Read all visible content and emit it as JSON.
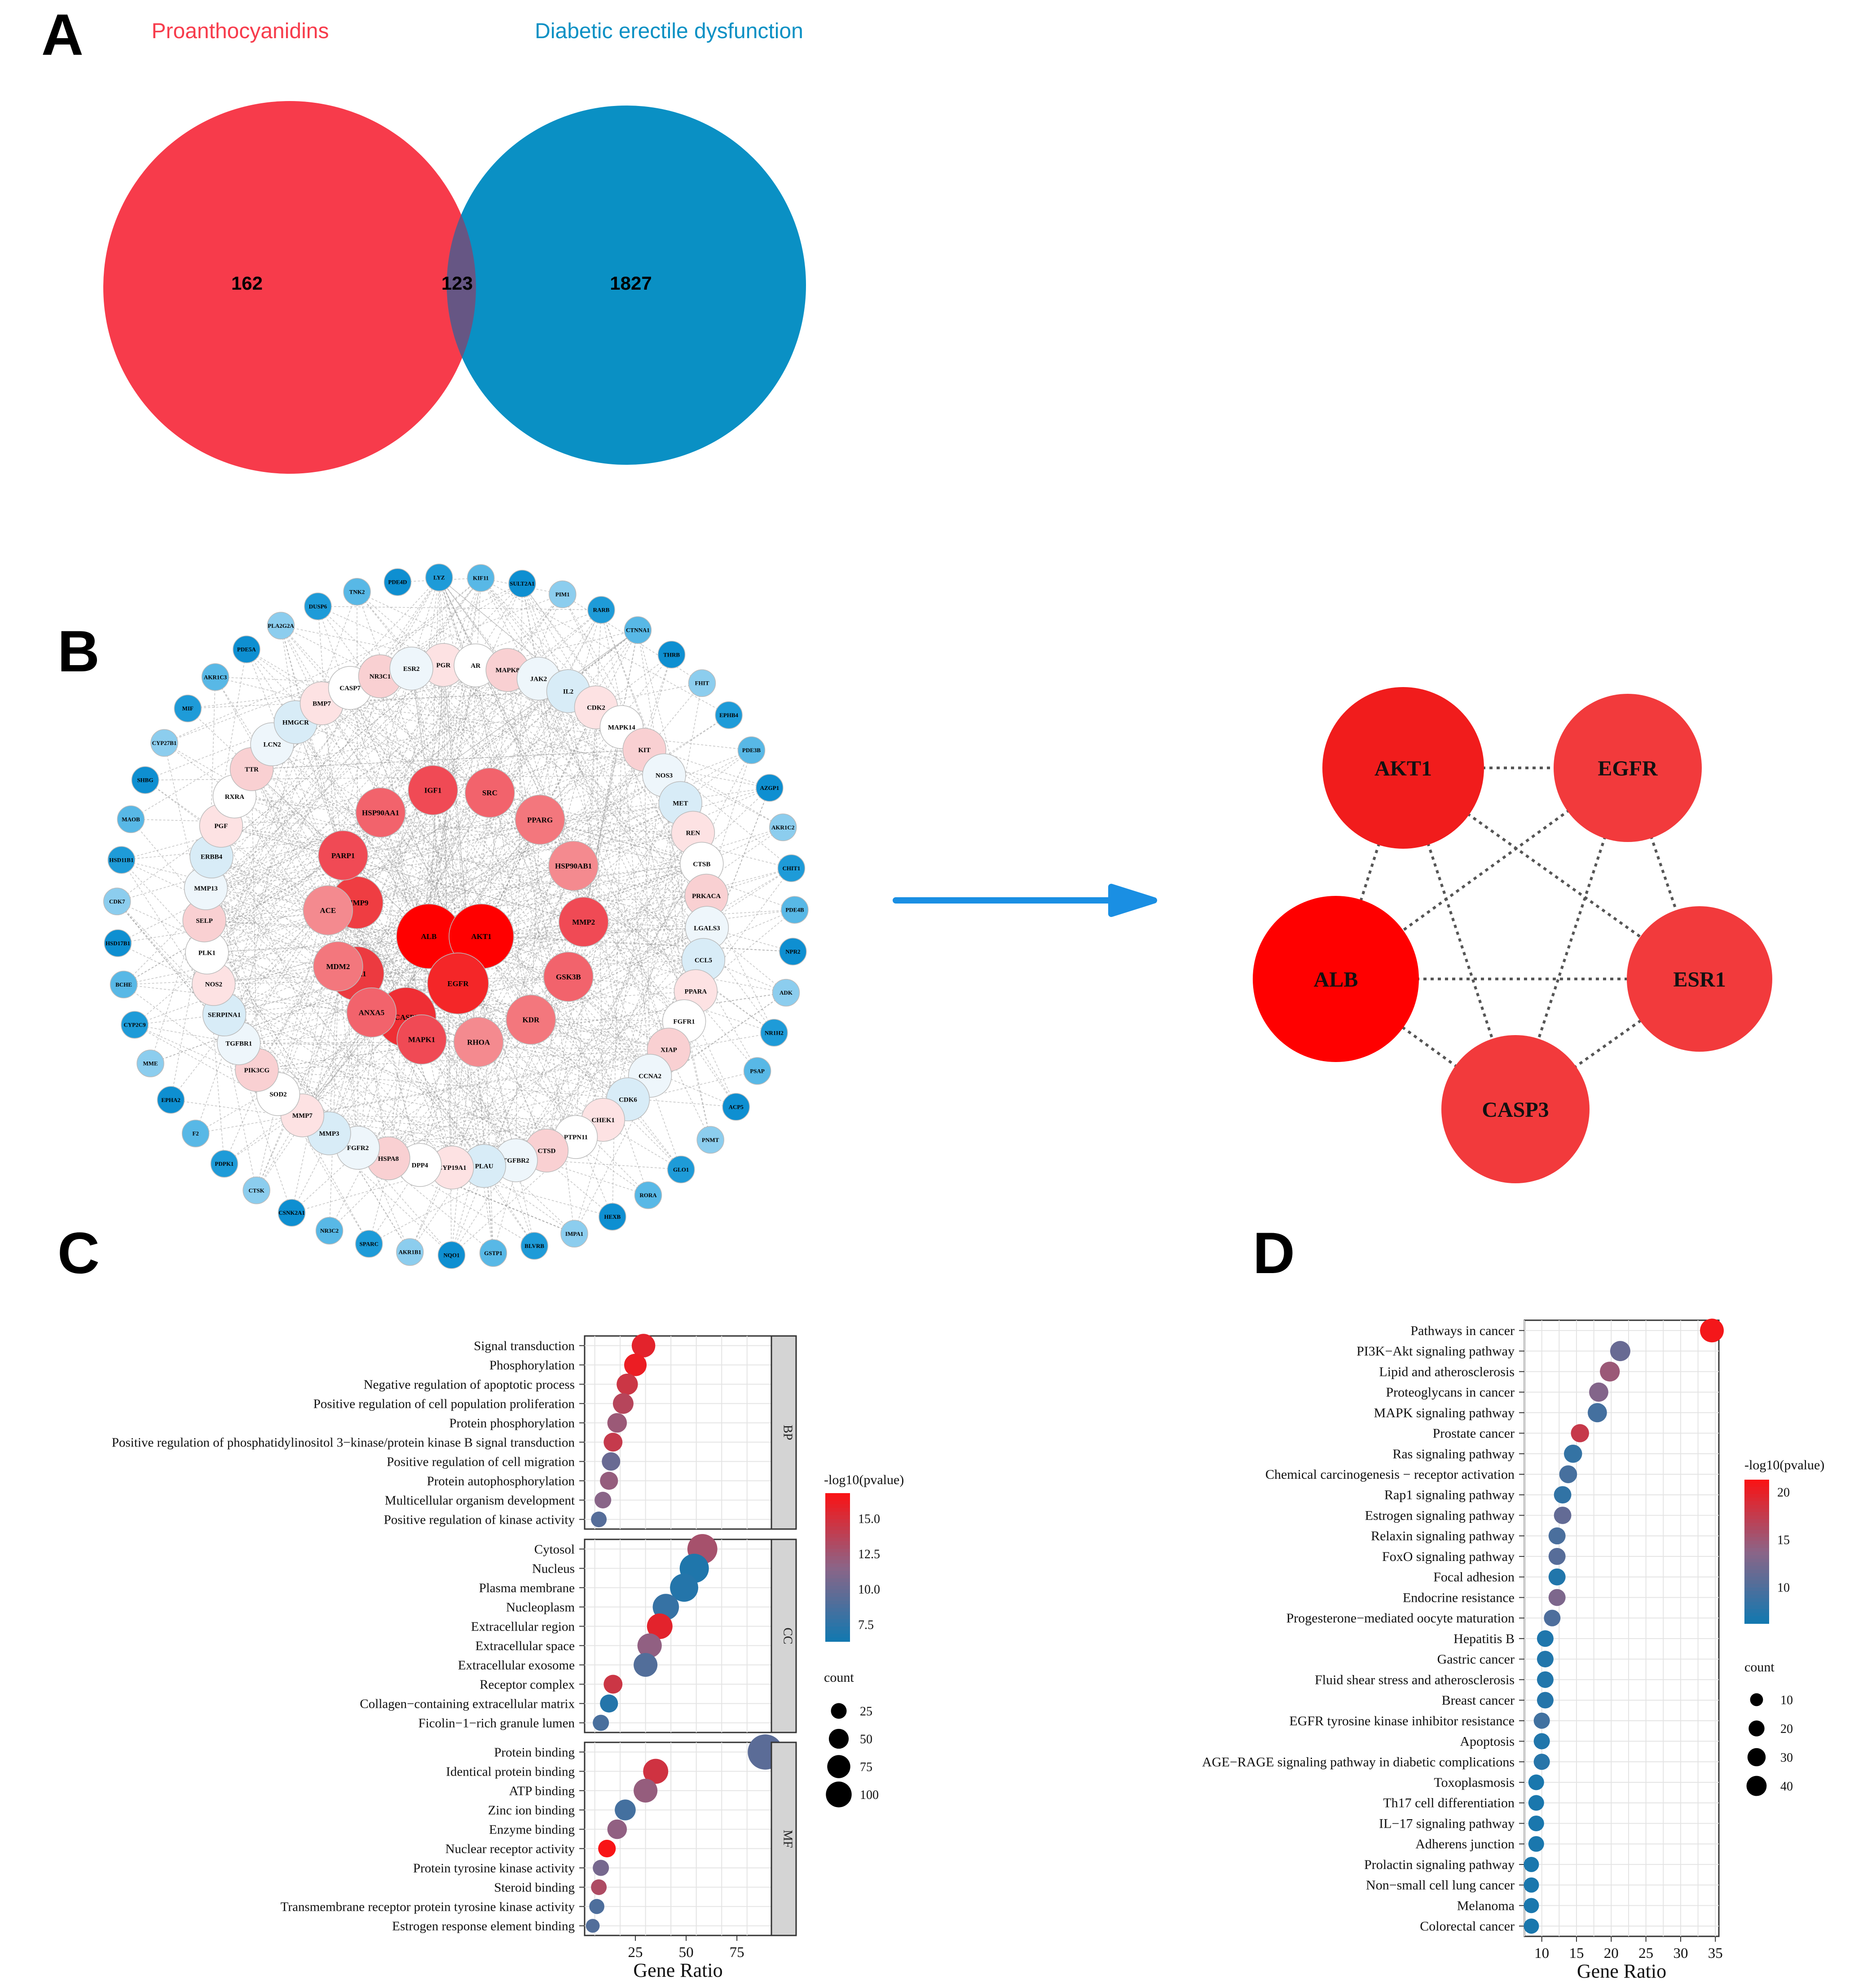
{
  "panels": {
    "a": "A",
    "b": "B",
    "c": "C",
    "d": "D"
  },
  "colors": {
    "red": "#f73b4b",
    "blue": "#0a90c4",
    "overlap": "#665684",
    "arrow": "#1a8fe3"
  },
  "venn": {
    "left_label": "Proanthocyanidins",
    "right_label": "Diabetic erectile dysfunction",
    "left_only": "162",
    "overlap": "123",
    "right_only": "1827"
  },
  "network": {
    "hubs": [
      "AKT1",
      "EGFR",
      "ESR1",
      "CASP3",
      "ALB"
    ],
    "inner": [
      "ALB",
      "AKT1",
      "EGFR",
      "CASP3",
      "ESR1",
      "MMP9"
    ],
    "ring2": [
      "IGF1",
      "SRC",
      "PPARG",
      "HSP90AB1",
      "MMP2",
      "GSK3B",
      "KDR",
      "RHOA",
      "MAPK1",
      "ANXA5",
      "MDM2",
      "ACE",
      "PARP1",
      "HSP90AA1"
    ],
    "ring3": [
      "PGR",
      "AR",
      "MAPK8",
      "JAK2",
      "IL2",
      "CDK2",
      "MAPK14",
      "KIT",
      "NOS3",
      "MET",
      "REN",
      "CTSB",
      "PRKACA",
      "LGALS3",
      "CCL5",
      "PPARA",
      "FGFR1",
      "XIAP",
      "CCNA2",
      "CDK6",
      "CHEK1",
      "PTPN11",
      "CTSD",
      "TGFBR2",
      "PLAU",
      "CYP19A1",
      "DPP4",
      "HSPA8",
      "FGFR2",
      "MMP3",
      "MMP7",
      "SOD2",
      "PIK3CG",
      "TGFBR1",
      "SERPINA1",
      "NOS2",
      "PLK1",
      "SELP",
      "MMP13",
      "ERBB4",
      "PGF",
      "RXRA",
      "TTR",
      "LCN2",
      "HMGCR",
      "BMP7",
      "CASP7",
      "NR3C1",
      "ESR2"
    ],
    "outer": [
      "LYZ",
      "KIF11",
      "SULT2A1",
      "PIM1",
      "RARB",
      "CTNNA1",
      "THRB",
      "FHIT",
      "EPHB4",
      "PDE3B",
      "AZGP1",
      "AKR1C2",
      "CHIT1",
      "PDE4B",
      "NPR2",
      "ADK",
      "NR1H2",
      "PSAP",
      "ACP5",
      "PNMT",
      "GLO1",
      "RORA",
      "HEXB",
      "IMPA1",
      "BLVRB",
      "GSTP1",
      "NQO1",
      "AKR1B1",
      "SPARC",
      "NR3C2",
      "CSNK2A1",
      "CTSK",
      "PDPK1",
      "F2",
      "EPHA2",
      "MME",
      "CYP2C9",
      "BCHE",
      "HSD17B1",
      "CDK7",
      "HSD11B1",
      "MAOB",
      "SHBG",
      "CYP27B1",
      "MIF",
      "AKR1C3",
      "PDE5A",
      "PLA2G2A",
      "DUSP6",
      "TNK2",
      "PDE4D"
    ]
  },
  "go_chart": {
    "type": "scatter",
    "xlabel": "Gene Ratio",
    "xlim": [
      0,
      92
    ],
    "xticks": [
      25,
      50,
      75
    ],
    "colorbar_title": "-log10(pvalue)",
    "color_range": [
      6.3,
      16.8
    ],
    "colorbar_ticks": [
      "7.5",
      "10.0",
      "12.5",
      "15.0"
    ],
    "size_title": "count",
    "size_legend": [
      "25",
      "50",
      "75",
      "100"
    ],
    "facets": [
      {
        "name": "BP",
        "terms": [
          {
            "term": "Signal transduction",
            "x": 29,
            "p": 15.8,
            "count": 29
          },
          {
            "term": "Phosphorylation",
            "x": 25,
            "p": 16.2,
            "count": 25
          },
          {
            "term": "Negative regulation of apoptotic process",
            "x": 21,
            "p": 14.6,
            "count": 21
          },
          {
            "term": "Positive regulation of cell population proliferation",
            "x": 19,
            "p": 13.6,
            "count": 19
          },
          {
            "term": "Protein phosphorylation",
            "x": 16,
            "p": 12.3,
            "count": 16
          },
          {
            "term": "Positive regulation of phosphatidylinositol 3−kinase/protein kinase B signal transduction",
            "x": 14,
            "p": 14.3,
            "count": 14
          },
          {
            "term": "Positive regulation of cell migration",
            "x": 13,
            "p": 10.0,
            "count": 13
          },
          {
            "term": "Protein autophosphorylation",
            "x": 12,
            "p": 12.0,
            "count": 12
          },
          {
            "term": "Multicellular organism development",
            "x": 9,
            "p": 11.4,
            "count": 9
          },
          {
            "term": "Positive regulation of kinase activity",
            "x": 7,
            "p": 9.2,
            "count": 7
          }
        ]
      },
      {
        "name": "CC",
        "terms": [
          {
            "term": "Cytosol",
            "x": 58,
            "p": 12.8,
            "count": 58
          },
          {
            "term": "Nucleus",
            "x": 54,
            "p": 6.8,
            "count": 54
          },
          {
            "term": "Plasma membrane",
            "x": 49,
            "p": 7.0,
            "count": 49
          },
          {
            "term": "Nucleoplasm",
            "x": 40,
            "p": 7.8,
            "count": 40
          },
          {
            "term": "Extracellular region",
            "x": 37,
            "p": 15.8,
            "count": 37
          },
          {
            "term": "Extracellular space",
            "x": 32,
            "p": 11.8,
            "count": 32
          },
          {
            "term": "Extracellular exosome",
            "x": 30,
            "p": 9.0,
            "count": 30
          },
          {
            "term": "Receptor complex",
            "x": 14,
            "p": 14.6,
            "count": 14
          },
          {
            "term": "Collagen−containing extracellular matrix",
            "x": 12,
            "p": 7.0,
            "count": 12
          },
          {
            "term": "Ficolin−1−rich granule lumen",
            "x": 8,
            "p": 8.6,
            "count": 8
          }
        ]
      },
      {
        "name": "MF",
        "terms": [
          {
            "term": "Protein binding",
            "x": 89,
            "p": 9.4,
            "count": 89
          },
          {
            "term": "Identical protein binding",
            "x": 35,
            "p": 14.8,
            "count": 35
          },
          {
            "term": "ATP binding",
            "x": 30,
            "p": 12.0,
            "count": 30
          },
          {
            "term": "Zinc ion binding",
            "x": 20,
            "p": 8.4,
            "count": 20
          },
          {
            "term": "Enzyme binding",
            "x": 16,
            "p": 11.8,
            "count": 16
          },
          {
            "term": "Nuclear receptor activity",
            "x": 11,
            "p": 16.8,
            "count": 11
          },
          {
            "term": "Protein tyrosine kinase activity",
            "x": 8,
            "p": 10.6,
            "count": 8
          },
          {
            "term": "Steroid binding",
            "x": 7,
            "p": 13.2,
            "count": 7
          },
          {
            "term": "Transmembrane receptor protein tyrosine kinase activity",
            "x": 6,
            "p": 8.8,
            "count": 6
          },
          {
            "term": "Estrogen response element binding",
            "x": 4,
            "p": 9.0,
            "count": 4
          }
        ]
      }
    ]
  },
  "kegg_chart": {
    "type": "scatter",
    "xlabel": "Gene Ratio",
    "xlim": [
      7.5,
      35.5
    ],
    "xticks": [
      10,
      15,
      20,
      25,
      30,
      35
    ],
    "colorbar_title": "-log10(pvalue)",
    "color_range": [
      6.2,
      21.3
    ],
    "colorbar_ticks": [
      "10",
      "15",
      "20"
    ],
    "size_title": "count",
    "size_legend": [
      "10",
      "20",
      "30",
      "40"
    ],
    "terms": [
      {
        "term": "Pathways in cancer",
        "x": 34.5,
        "p": 21.0,
        "count": 34
      },
      {
        "term": "PI3K−Akt signaling pathway",
        "x": 21.3,
        "p": 11.5,
        "count": 21
      },
      {
        "term": "Lipid and atherosclerosis",
        "x": 19.8,
        "p": 14.8,
        "count": 20
      },
      {
        "term": "Proteoglycans in cancer",
        "x": 18.2,
        "p": 13.2,
        "count": 18
      },
      {
        "term": "MAPK signaling pathway",
        "x": 18.0,
        "p": 9.2,
        "count": 18
      },
      {
        "term": "Prostate cancer",
        "x": 15.5,
        "p": 17.8,
        "count": 15
      },
      {
        "term": "Ras signaling pathway",
        "x": 14.5,
        "p": 8.2,
        "count": 15
      },
      {
        "term": "Chemical carcinogenesis − receptor activation",
        "x": 13.8,
        "p": 9.4,
        "count": 14
      },
      {
        "term": "Rap1 signaling pathway",
        "x": 13.0,
        "p": 8.0,
        "count": 13
      },
      {
        "term": "Estrogen signaling pathway",
        "x": 13.0,
        "p": 11.2,
        "count": 13
      },
      {
        "term": "Relaxin signaling pathway",
        "x": 12.2,
        "p": 9.6,
        "count": 12
      },
      {
        "term": "FoxO signaling pathway",
        "x": 12.2,
        "p": 10.4,
        "count": 12
      },
      {
        "term": "Focal adhesion",
        "x": 12.2,
        "p": 7.0,
        "count": 12
      },
      {
        "term": "Endocrine resistance",
        "x": 12.2,
        "p": 12.8,
        "count": 12
      },
      {
        "term": "Progesterone−mediated oocyte maturation",
        "x": 11.5,
        "p": 9.8,
        "count": 11
      },
      {
        "term": "Hepatitis B",
        "x": 10.5,
        "p": 6.8,
        "count": 11
      },
      {
        "term": "Gastric cancer",
        "x": 10.5,
        "p": 7.0,
        "count": 11
      },
      {
        "term": "Fluid shear stress and atherosclerosis",
        "x": 10.5,
        "p": 7.0,
        "count": 11
      },
      {
        "term": "Breast cancer",
        "x": 10.5,
        "p": 7.2,
        "count": 11
      },
      {
        "term": "EGFR tyrosine kinase inhibitor resistance",
        "x": 10.0,
        "p": 9.0,
        "count": 10
      },
      {
        "term": "Apoptosis",
        "x": 10.0,
        "p": 7.0,
        "count": 10
      },
      {
        "term": "AGE−RAGE signaling pathway in diabetic complications",
        "x": 10.0,
        "p": 7.4,
        "count": 10
      },
      {
        "term": "Toxoplasmosis",
        "x": 9.2,
        "p": 6.6,
        "count": 9
      },
      {
        "term": "Th17 cell differentiation",
        "x": 9.2,
        "p": 6.6,
        "count": 9
      },
      {
        "term": "IL−17 signaling pathway",
        "x": 9.2,
        "p": 6.6,
        "count": 9
      },
      {
        "term": "Adherens junction",
        "x": 9.2,
        "p": 6.6,
        "count": 9
      },
      {
        "term": "Prolactin signaling pathway",
        "x": 8.5,
        "p": 6.6,
        "count": 8
      },
      {
        "term": "Non−small cell lung cancer",
        "x": 8.5,
        "p": 6.6,
        "count": 8
      },
      {
        "term": "Melanoma",
        "x": 8.5,
        "p": 6.6,
        "count": 8
      },
      {
        "term": "Colorectal cancer",
        "x": 8.5,
        "p": 6.6,
        "count": 8
      }
    ]
  }
}
